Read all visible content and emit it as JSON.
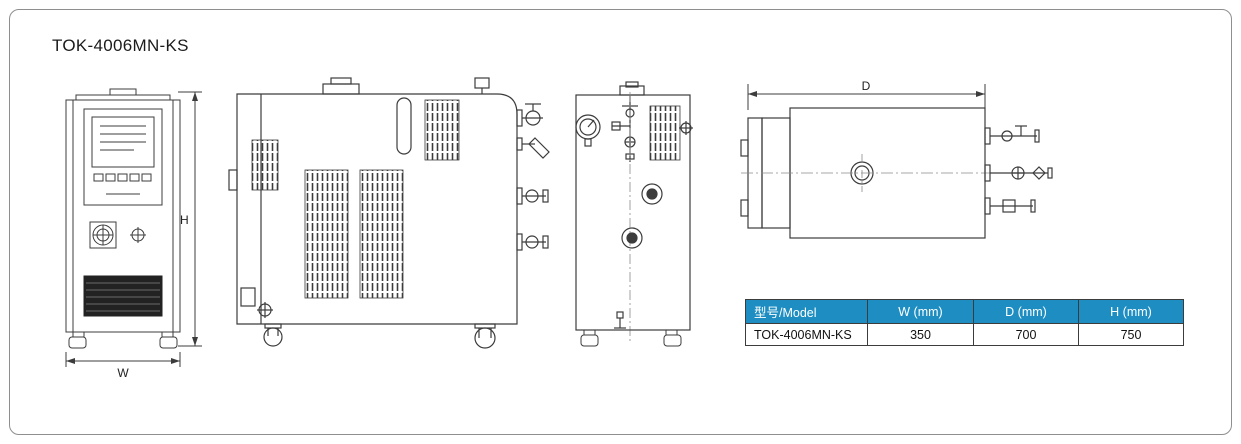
{
  "page": {
    "title": "TOK-4006MN-KS"
  },
  "dims": {
    "h": "H",
    "w": "W",
    "d": "D"
  },
  "table": {
    "headers": [
      "型号/Model",
      "W (mm)",
      "D (mm)",
      "H (mm)"
    ],
    "rows": [
      [
        "TOK-4006MN-KS",
        "350",
        "700",
        "750"
      ]
    ]
  },
  "colors": {
    "table_header_bg": "#1d8dc2",
    "drawing_line": "#3c3c3c",
    "grille_fill": "#222222"
  }
}
